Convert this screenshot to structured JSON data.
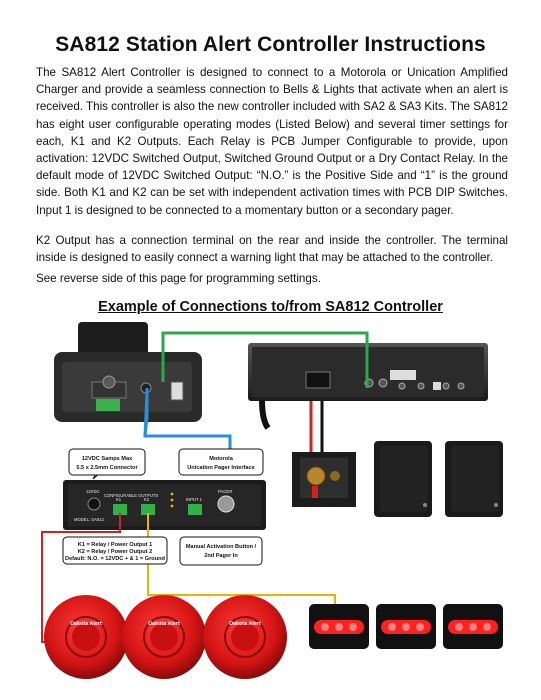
{
  "document": {
    "title": "SA812 Station Alert Controller Instructions",
    "paragraph1": "The SA812 Alert Controller is designed to connect to a Motorola or Unication Amplified Charger and provide a seamless connection to Bells & Lights that activate when an alert is received. This controller is also the  new controller included with SA2 & SA3 Kits. The SA812 has eight user configurable operating modes (Listed Below) and several timer settings for each, K1 and K2 Outputs. Each Relay is PCB Jumper Configurable to provide, upon activation: 12VDC Switched Output, Switched Ground Output or a Dry Contact Relay. In the default mode of 12VDC Switched Output: “N.O.” is the Positive Side and “1” is the ground side. Both K1 and K2 can be set with independent activation times with PCB DIP Switches. Input 1 is designed to be connected to a momentary button or a secondary pager.",
    "paragraph2": "K2 Output has a connection terminal on the rear and inside the controller. The terminal inside is designed to easily connect a warning light that may be attached to the controller.",
    "paragraph3": "See reverse side of this page for programming settings.",
    "diagram_title": "Example of Connections to/from SA812 Controller"
  },
  "callouts": {
    "power": [
      "12VDC Samps Max",
      "5.5 x 2.5mm Connector"
    ],
    "pager": [
      "Motorola",
      "Unication Pager Interface"
    ],
    "relays": [
      "K1 = Relay / Power Output 1",
      "K2 = Relay / Power Output 2",
      "Default: N.O. = 12VDC + & 1 = Ground"
    ],
    "manual": [
      "Manual Activation Button /",
      "2nd Pager In"
    ]
  },
  "controller_panel": {
    "outputs_label": "CONFIGURABLE OUTPUTS",
    "k1": "K1",
    "k2": "K2",
    "input": "INPUT 1",
    "pager": "PAGER",
    "model": "MODEL: SA812",
    "power": "12VDC"
  },
  "bell_label": "Dakota Alert",
  "colors": {
    "green_wire": "#2aa84a",
    "blue_wire": "#2b8fd8",
    "red_wire": "#d62020",
    "yellow_wire": "#e8b400",
    "bell_red": "#d41414",
    "light_red": "#ff2020"
  }
}
